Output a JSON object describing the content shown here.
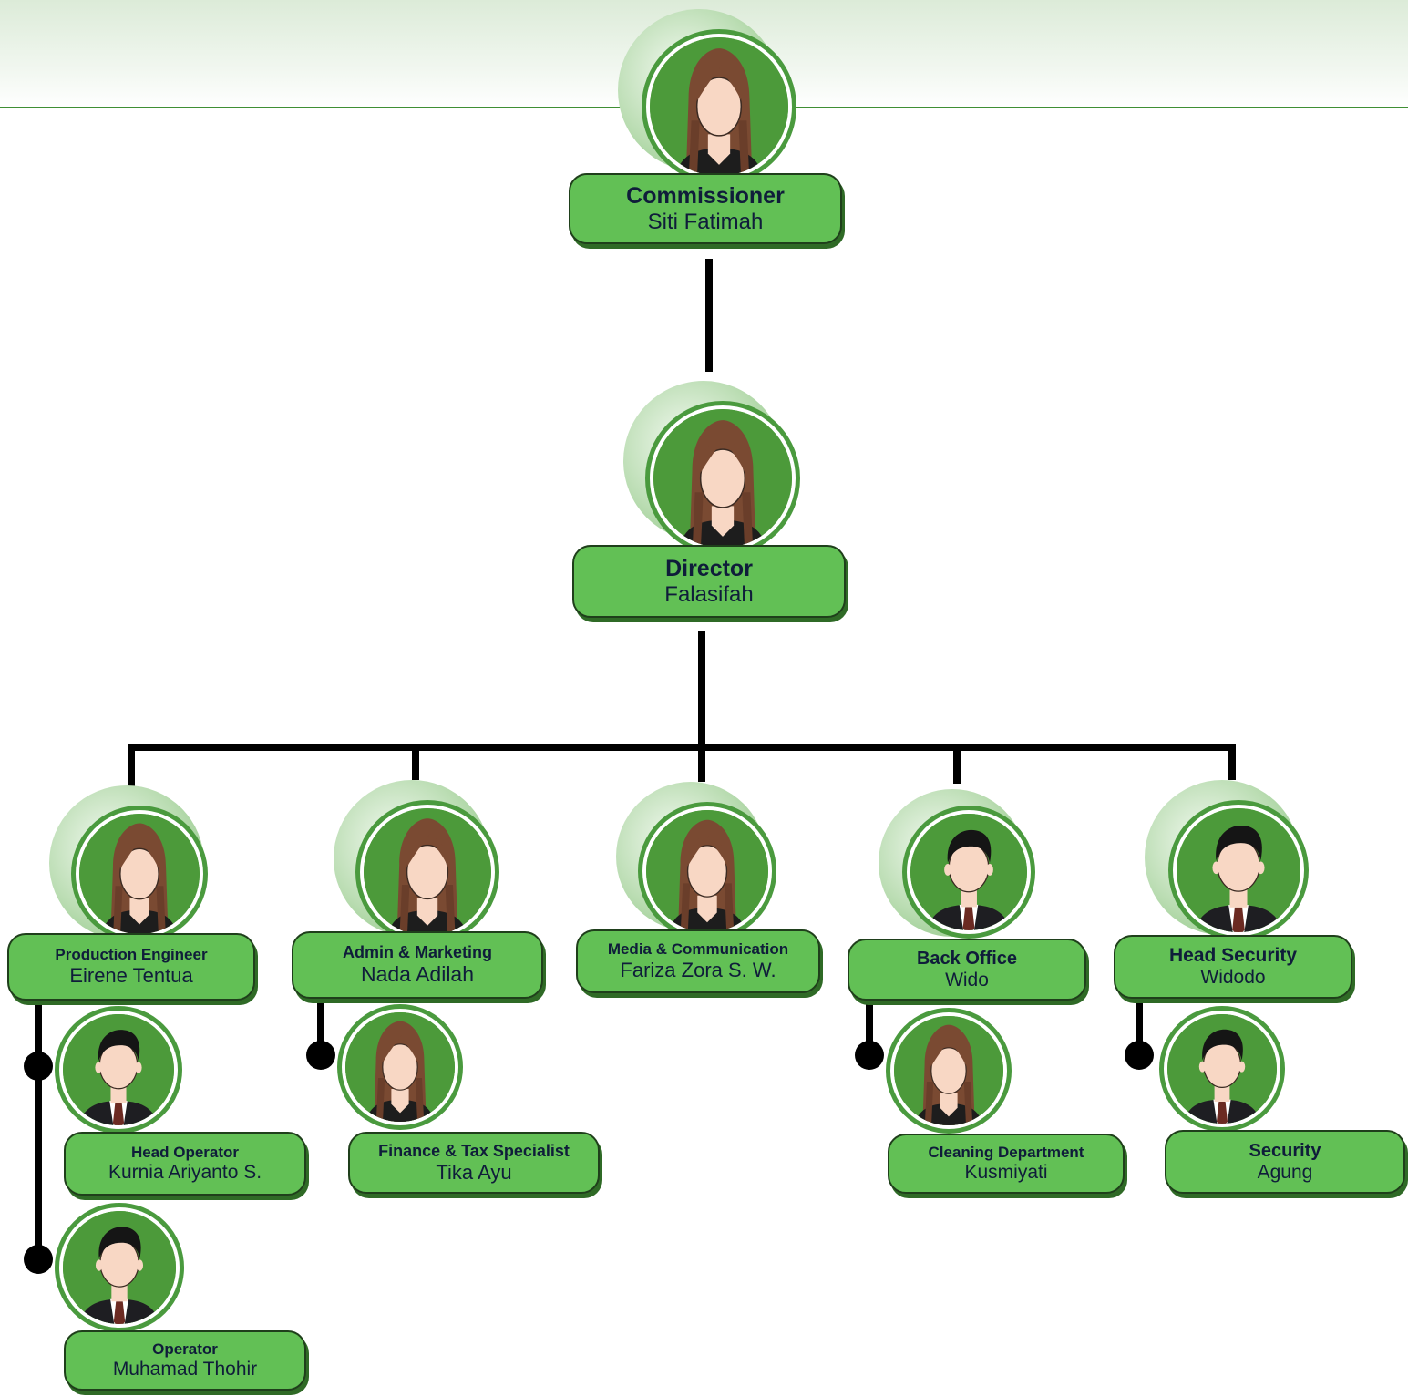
{
  "commissioner": {
    "role": "Commissioner",
    "name": "Siti Fatimah"
  },
  "director": {
    "role": "Director",
    "name": "Falasifah"
  },
  "departments": [
    {
      "role": "Production Engineer",
      "name": "Eirene Tentua",
      "avatar_icon": "female-avatar-icon"
    },
    {
      "role": "Admin & Marketing",
      "name": "Nada Adilah",
      "avatar_icon": "female-avatar-icon"
    },
    {
      "role": "Media & Communication",
      "name": "Fariza Zora S. W.",
      "avatar_icon": "female-avatar-icon"
    },
    {
      "role": "Back Office",
      "name": "Wido",
      "avatar_icon": "male-avatar-icon"
    },
    {
      "role": "Head Security",
      "name": "Widodo",
      "avatar_icon": "male-avatar-icon"
    }
  ],
  "subordinates": [
    {
      "role": "Head Operator",
      "name": "Kurnia Ariyanto S.",
      "reports_to": "Production Engineer",
      "avatar_icon": "male-avatar-icon"
    },
    {
      "role": "Operator",
      "name": "Muhamad Thohir",
      "reports_to": "Production Engineer",
      "avatar_icon": "male-avatar-icon"
    },
    {
      "role": "Finance & Tax Specialist",
      "name": "Tika Ayu",
      "reports_to": "Admin & Marketing",
      "avatar_icon": "female-avatar-icon"
    },
    {
      "role": "Cleaning Department",
      "name": "Kusmiyati",
      "reports_to": "Back Office",
      "avatar_icon": "female-avatar-icon"
    },
    {
      "role": "Security",
      "name": "Agung",
      "reports_to": "Head Security",
      "avatar_icon": "male-avatar-icon"
    }
  ],
  "colors": {
    "label_fill": "#62c055",
    "label_shadow": "#2f6a26",
    "avatar_ring": "#4a9a3e",
    "avatar_bg": "#4c9a3a",
    "connector": "#000000",
    "text": "#0f1d3a"
  }
}
